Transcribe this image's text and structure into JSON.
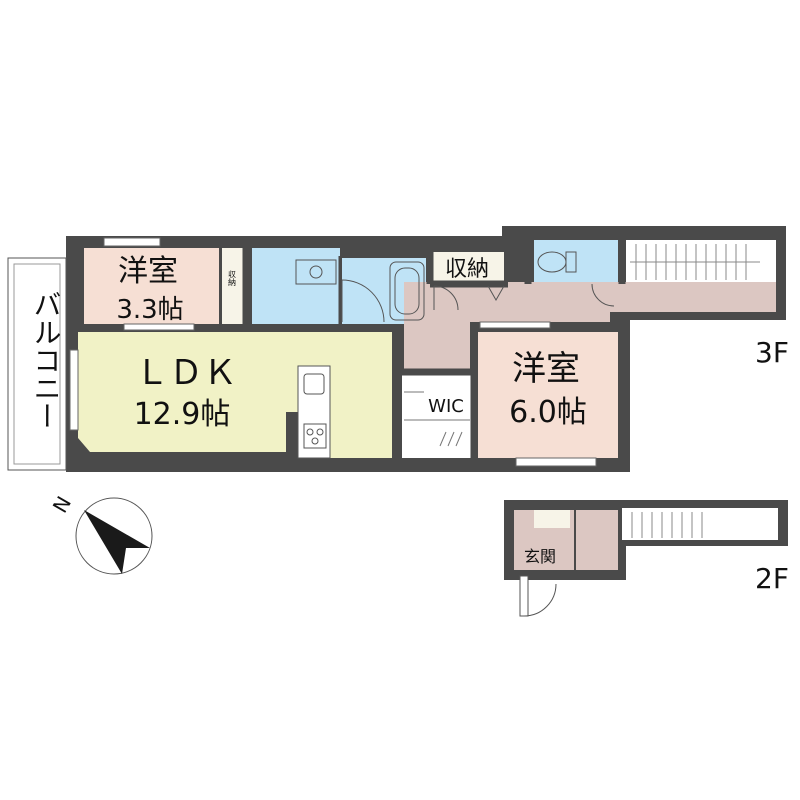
{
  "colors": {
    "wall": "#4a4a4a",
    "bedroom": "#f6dfd4",
    "ldk": "#f1f2c6",
    "water": "#bfe3f6",
    "hall": "#dcc7c2",
    "storage": "#f7f4e8",
    "wic": "#ffffff"
  },
  "rooms": {
    "bedroom_small": {
      "name": "洋室",
      "size": "3.3帖"
    },
    "ldk": {
      "name": "ＬＤＫ",
      "size": "12.9帖"
    },
    "bedroom_large": {
      "name": "洋室",
      "size": "6.0帖"
    },
    "wic": {
      "name": "WIC"
    },
    "storage_upper": {
      "name": "収納"
    },
    "storage_small": {
      "name": "収納"
    },
    "entrance": {
      "name": "玄関"
    },
    "balcony": {
      "name": "バルコニー"
    }
  },
  "floors": {
    "upper": "3F",
    "lower": "2F"
  },
  "compass": {
    "north_label": "N",
    "icon": "compass-icon"
  }
}
